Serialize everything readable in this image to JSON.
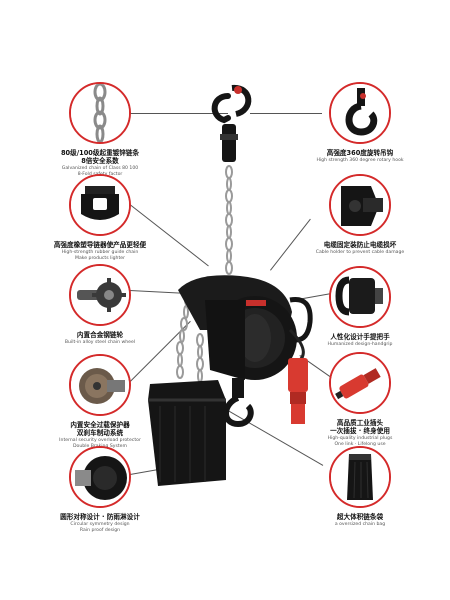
{
  "colors": {
    "ring": "#d42a2a",
    "product": "#151515",
    "accent": "#c8302c"
  },
  "features": [
    {
      "id": "chain",
      "icon": "chain-icon",
      "title": "80级/100级起重镀锌链条\n8倍安全系数",
      "subtitle": "Galvanized chain of Class 80 100\n8-Fold safety factor"
    },
    {
      "id": "guide",
      "icon": "chain-guide-icon",
      "title": "高强度橡塑导链器使产品更轻便",
      "subtitle": "High-strength rubber guide chain\nMake products lighter"
    },
    {
      "id": "wheel",
      "icon": "chain-wheel-icon",
      "title": "内置合金钢链轮",
      "subtitle": "Built-in alloy steel chain wheel"
    },
    {
      "id": "protector",
      "icon": "gear-clutch-icon",
      "title": "内置安全过载保护器\n双刹车制动系统",
      "subtitle": "Internal security overload protector\nDouble Braking System"
    },
    {
      "id": "circular",
      "icon": "motor-housing-icon",
      "title": "圆形对称设计 · 防雨淋设计",
      "subtitle": "Circular symmetry design\nRain proof design"
    },
    {
      "id": "hook",
      "icon": "hook-icon",
      "title": "高强度360度旋转吊钩",
      "subtitle": "High strength 360 degree rotary hook"
    },
    {
      "id": "cable",
      "icon": "cable-holder-icon",
      "title": "电缆固定装防止电缆损坏",
      "subtitle": "Cable holder to prevent cable damage"
    },
    {
      "id": "handgrip",
      "icon": "handgrip-icon",
      "title": "人性化设计手提把手",
      "subtitle": "Humanized design-handgrip"
    },
    {
      "id": "plug",
      "icon": "industrial-plug-icon",
      "title": "高品质工业插头\n一次插拔 · 终身使用",
      "subtitle": "High-quality industrial plugs\nOne link · Lifelong use"
    },
    {
      "id": "bag",
      "icon": "chain-bag-icon",
      "title": "超大体积链条袋",
      "subtitle": "a oversized chain bag"
    }
  ]
}
